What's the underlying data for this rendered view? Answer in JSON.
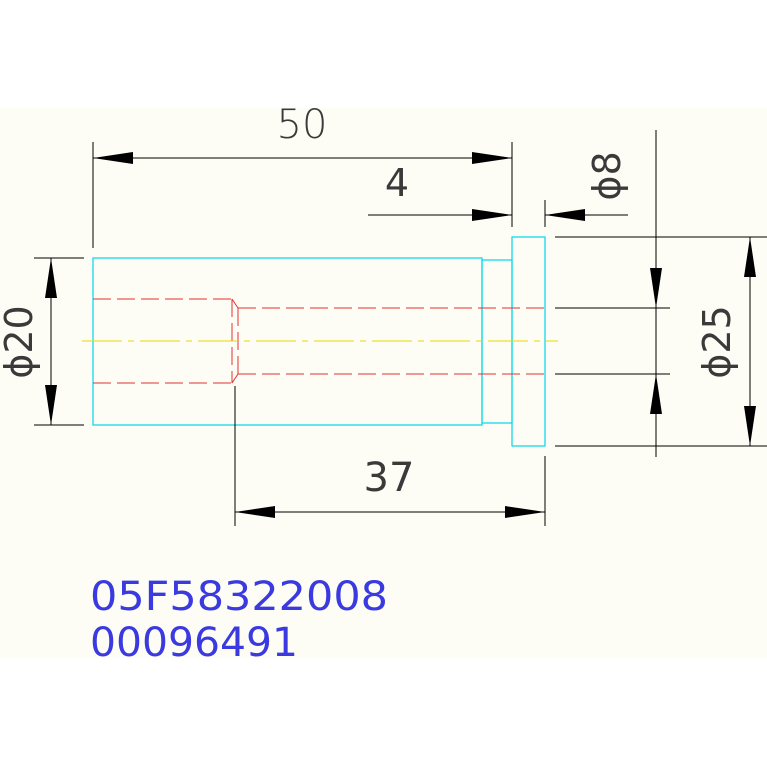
{
  "drawing": {
    "colors": {
      "background": "#fdfdf6",
      "outline": "#00d8e8",
      "hidden_line": "#e23030",
      "center_line": "#e6d800",
      "dimension": "#000000",
      "dimension_text": "#3a3a3a",
      "code_text": "#3a3ae0"
    },
    "dimensions": {
      "overall_length": "50",
      "flange_thickness": "4",
      "hole_diameter": "ϕ8",
      "shaft_diameter": "ϕ20",
      "flange_diameter": "ϕ25",
      "hole_depth": "37"
    },
    "part_codes": {
      "line1": "05F58322008",
      "line2": "00096491"
    }
  }
}
